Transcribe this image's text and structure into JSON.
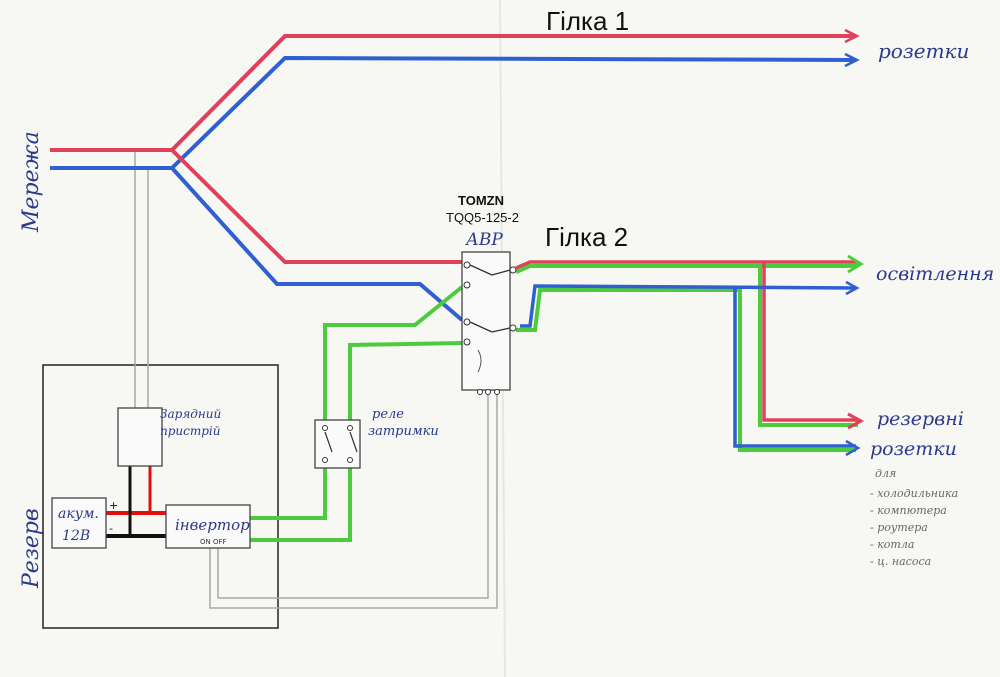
{
  "labels": {
    "branch1": "Гілка 1",
    "branch2": "Гілка 2",
    "grid": "Мережа",
    "reserve": "Резерв",
    "sockets": "розетки",
    "lighting": "освітлення",
    "reserve_sockets_line1": "резервні",
    "reserve_sockets_line2": "розетки",
    "charger_line1": "Зарядний",
    "charger_line2": "пристрій",
    "relay_line1": "реле",
    "relay_line2": "затримки",
    "battery_line1": "акум.",
    "battery_line2": "12В",
    "inverter": "інвертор",
    "inverter_switch": "ON OFF",
    "ats_brand": "TOMZN",
    "ats_model": "TQQ5-125-2",
    "ats_name": "АВР",
    "plus": "+",
    "minus": "-",
    "note_for": "для",
    "note_items": [
      "- холодильника",
      "- компютера",
      "- роутера",
      "- котла",
      "- ц. насоса"
    ]
  },
  "colors": {
    "phase": "#e0405a",
    "neutral": "#2f5fd0",
    "inverter_line": "#4ccc3c",
    "dc_plus": "#e01010",
    "dc_minus": "#111111",
    "signal": "#a8a8a8",
    "ink": "#2a3a8c"
  }
}
